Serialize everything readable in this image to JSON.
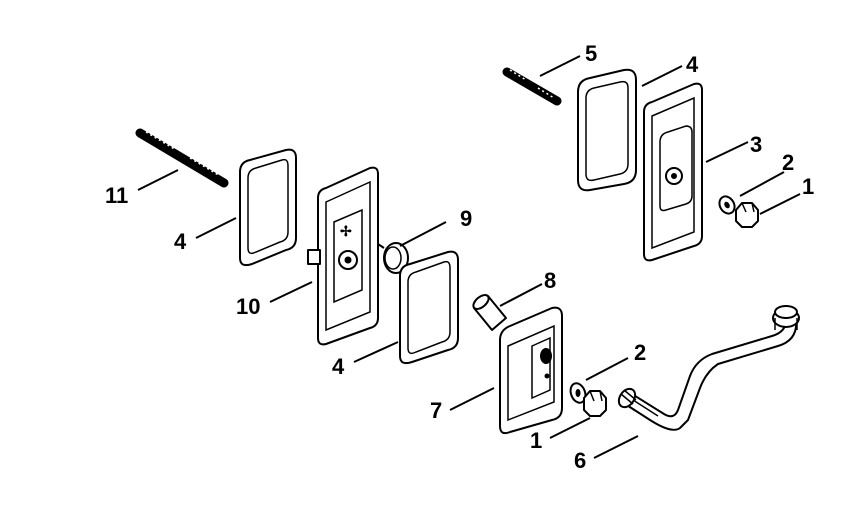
{
  "callouts": {
    "c1_top": "1",
    "c1_bottom": "1",
    "c2_top": "2",
    "c2_bottom": "2",
    "c3": "3",
    "c4_top": "4",
    "c4_left": "4",
    "c4_bottom": "4",
    "c5": "5",
    "c6": "6",
    "c7": "7",
    "c8": "8",
    "c9": "9",
    "c10": "10",
    "c11": "11"
  }
}
